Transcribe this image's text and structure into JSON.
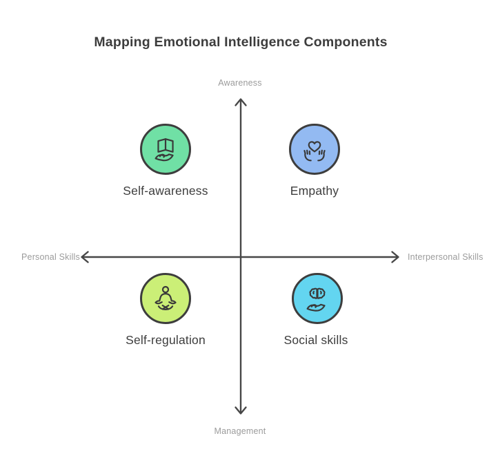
{
  "title": "Mapping Emotional Intelligence Components",
  "axes": {
    "top": "Awareness",
    "bottom": "Management",
    "left": "Personal Skills",
    "right": "Interpersonal Skills"
  },
  "quadrants": [
    {
      "position": "top-left",
      "label": "Self-awareness",
      "icon": "open-book-in-hand",
      "color": "#70e0a5"
    },
    {
      "position": "top-right",
      "label": "Empathy",
      "icon": "heart-in-hands",
      "color": "#93baf2"
    },
    {
      "position": "bottom-left",
      "label": "Self-regulation",
      "icon": "meditating-person",
      "color": "#cbef77"
    },
    {
      "position": "bottom-right",
      "label": "Social skills",
      "icon": "brain-in-hand",
      "color": "#63d5f0"
    }
  ],
  "colors": {
    "background": "#ffffff",
    "axis": "#474747",
    "title_text": "#3d3d3d",
    "quadrant_label_text": "#3d3d3d",
    "axis_label_text": "#9b9b9b",
    "icon_stroke": "#3a3a3a",
    "circle_outline": "#3d3d3d"
  }
}
